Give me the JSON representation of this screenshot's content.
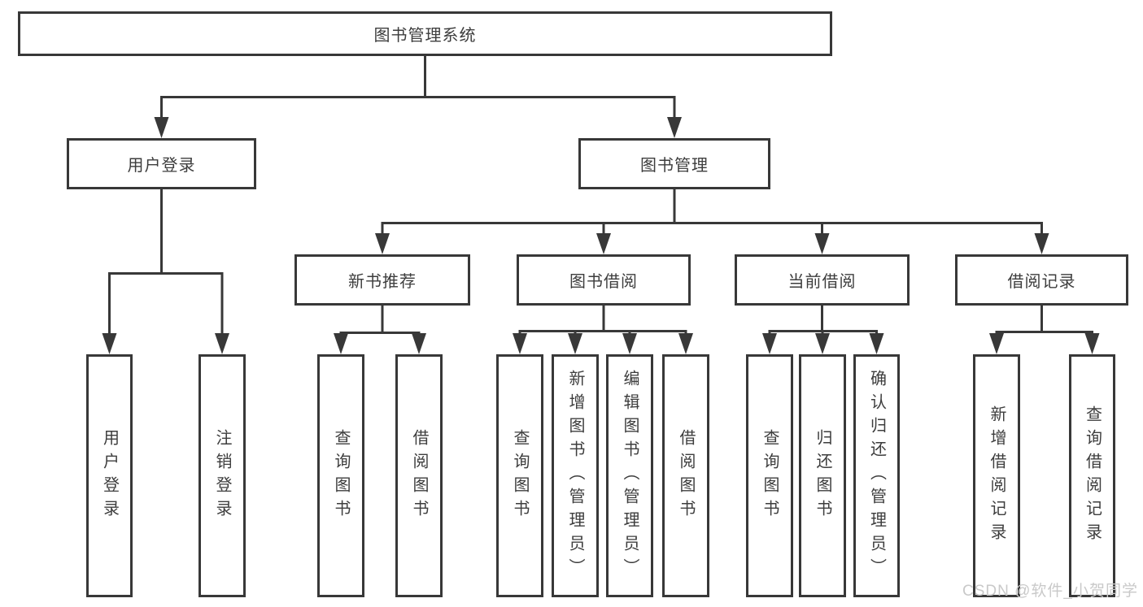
{
  "diagram": {
    "root": {
      "label": "图书管理系统"
    },
    "level2": [
      {
        "label": "用户登录"
      },
      {
        "label": "图书管理"
      }
    ],
    "level3": [
      {
        "label": "新书推荐"
      },
      {
        "label": "图书借阅"
      },
      {
        "label": "当前借阅"
      },
      {
        "label": "借阅记录"
      }
    ],
    "leaves": {
      "user_login": [
        {
          "label": "用户登录"
        },
        {
          "label": "注销登录"
        }
      ],
      "new_book": [
        {
          "label": "查询图书"
        },
        {
          "label": "借阅图书"
        }
      ],
      "book_borrow": [
        {
          "label": "查询图书"
        },
        {
          "label": "新增图书（管理员）"
        },
        {
          "label": "编辑图书（管理员）"
        },
        {
          "label": "借阅图书"
        }
      ],
      "current_borrow": [
        {
          "label": "查询图书"
        },
        {
          "label": "归还图书"
        },
        {
          "label": "确认归还（管理员）"
        }
      ],
      "borrow_records": [
        {
          "label": "新增借阅记录"
        },
        {
          "label": "查询借阅记录"
        }
      ]
    },
    "watermark": "CSDN @软件_小贺同学",
    "colors": {
      "line": "#383838",
      "text": "#3d3d3d",
      "watermark": "#c9c9c9",
      "background": "#ffffff"
    }
  }
}
